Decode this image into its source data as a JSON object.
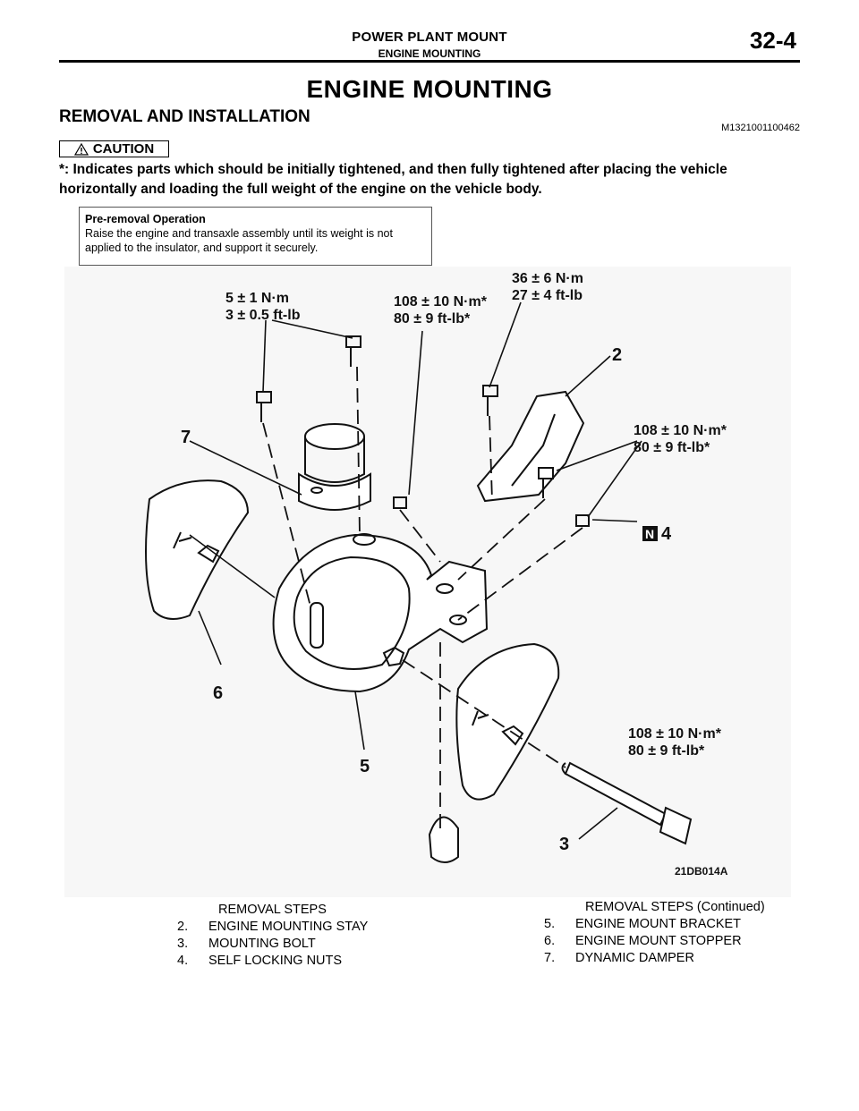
{
  "header": {
    "chapter_title": "POWER PLANT MOUNT",
    "section_title": "ENGINE MOUNTING",
    "page_number": "32-4"
  },
  "title": "ENGINE MOUNTING",
  "section": {
    "title": "REMOVAL AND INSTALLATION",
    "code": "M1321001100462"
  },
  "caution": {
    "label": "CAUTION",
    "icon": "warning-triangle-icon",
    "text": "*: Indicates parts which should be initially tightened, and then fully tightened after placing the vehicle horizontally and loading the full weight of the engine on the vehicle body."
  },
  "pre_removal": {
    "title": "Pre-removal Operation",
    "text": "Raise the engine and transaxle assembly until its weight is not applied to the insulator, and support it securely."
  },
  "figure": {
    "id": "21DB014A",
    "torque_1": {
      "nm": "5 ± 1 N·m",
      "ftlb": "3 ± 0.5 ft-lb"
    },
    "torque_2": {
      "nm": "108 ± 10 N·m*",
      "ftlb": "80 ± 9 ft-lb*"
    },
    "torque_3": {
      "nm": "36 ± 6 N·m",
      "ftlb": "27 ± 4 ft-lb"
    },
    "torque_4": {
      "nm": "108 ± 10 N·m*",
      "ftlb": "80 ± 9 ft-lb*"
    },
    "torque_5": {
      "nm": "108 ± 10 N·m*",
      "ftlb": "80 ± 9 ft-lb*"
    },
    "callouts": {
      "c2": "2",
      "c3": "3",
      "c4": "4",
      "c5": "5",
      "c6": "6",
      "c7": "7",
      "new_mark": "N"
    }
  },
  "removal_steps": {
    "title": "REMOVAL STEPS",
    "items": [
      {
        "num": "2.",
        "label": "ENGINE MOUNTING STAY"
      },
      {
        "num": "3.",
        "label": "MOUNTING BOLT"
      },
      {
        "num": "4.",
        "label": "SELF LOCKING NUTS"
      }
    ]
  },
  "removal_steps_continued": {
    "title": "REMOVAL STEPS (Continued)",
    "items": [
      {
        "num": "5.",
        "label": "ENGINE MOUNT BRACKET"
      },
      {
        "num": "6.",
        "label": "ENGINE MOUNT STOPPER"
      },
      {
        "num": "7.",
        "label": "DYNAMIC DAMPER"
      }
    ]
  }
}
